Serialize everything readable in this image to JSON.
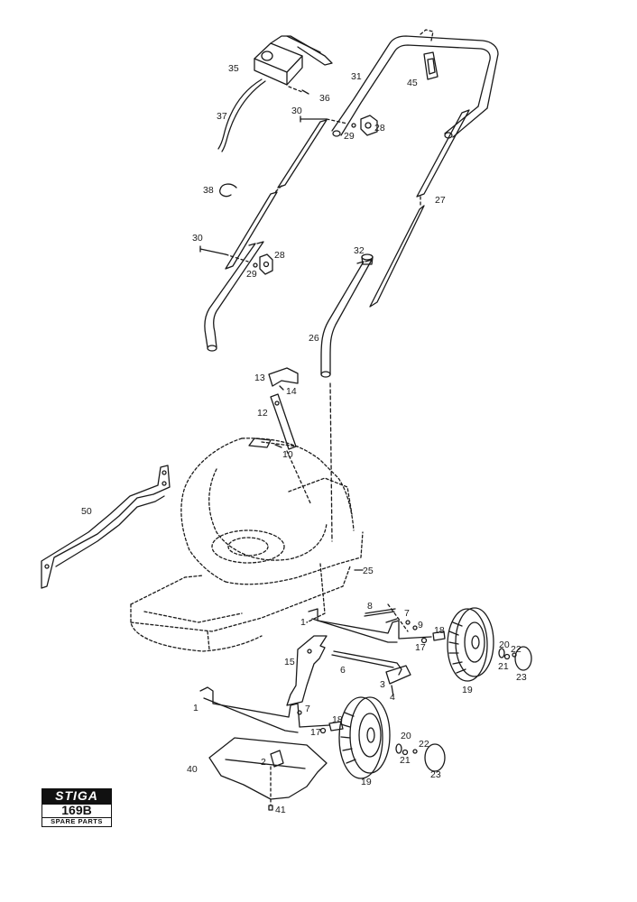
{
  "labels": {
    "l35": "35",
    "l36": "36",
    "l37": "37",
    "l30a": "30",
    "l31": "31",
    "l45": "45",
    "l28a": "28",
    "l29a": "29",
    "l38": "38",
    "l27": "27",
    "l30b": "30",
    "l28b": "28",
    "l29b": "29",
    "l32": "32",
    "l26": "26",
    "l13": "13",
    "l14": "14",
    "l12": "12",
    "l10": "10",
    "l50": "50",
    "l25": "25",
    "l8": "8",
    "l7a": "7",
    "l9": "9",
    "l1a": "1",
    "l18a": "18",
    "l17a": "17",
    "l20a": "20",
    "l22a": "22",
    "l21a": "21",
    "l23a": "23",
    "l19a": "19",
    "l15": "15",
    "l6": "6",
    "l3": "3",
    "l4": "4",
    "l1b": "1",
    "l7b": "7",
    "l18b": "18",
    "l17b": "17",
    "l20b": "20",
    "l22b": "22",
    "l21b": "21",
    "l23b": "23",
    "l19b": "19",
    "l2": "2",
    "l40": "40",
    "l41": "41"
  },
  "logo": {
    "brand": "STIGA",
    "model": "169B",
    "caption": "SPARE PARTS"
  }
}
